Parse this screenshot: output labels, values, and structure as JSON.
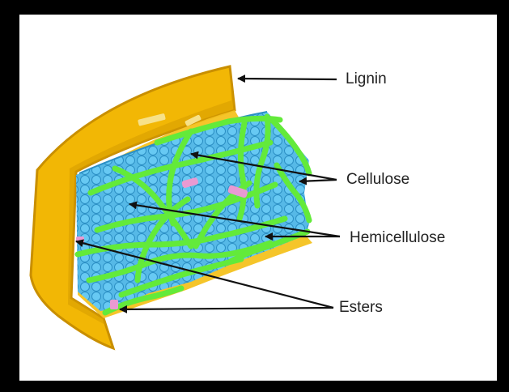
{
  "diagram": {
    "labels": {
      "lignin": "Lignin",
      "cellulose": "Cellulose",
      "hemicellulose": "Hemicellulose",
      "esters": "Esters"
    },
    "colors": {
      "lignin_wall": "#f2b705",
      "lignin_edge": "#c98f00",
      "cellulose": "#5cc2ee",
      "cellulose_edge": "#2f93c8",
      "hemicellulose": "#63ea3a",
      "esters": "#e99ad2",
      "leader": "#111111"
    },
    "icons": {
      "leader_arrowhead": "arrowhead-icon"
    }
  }
}
